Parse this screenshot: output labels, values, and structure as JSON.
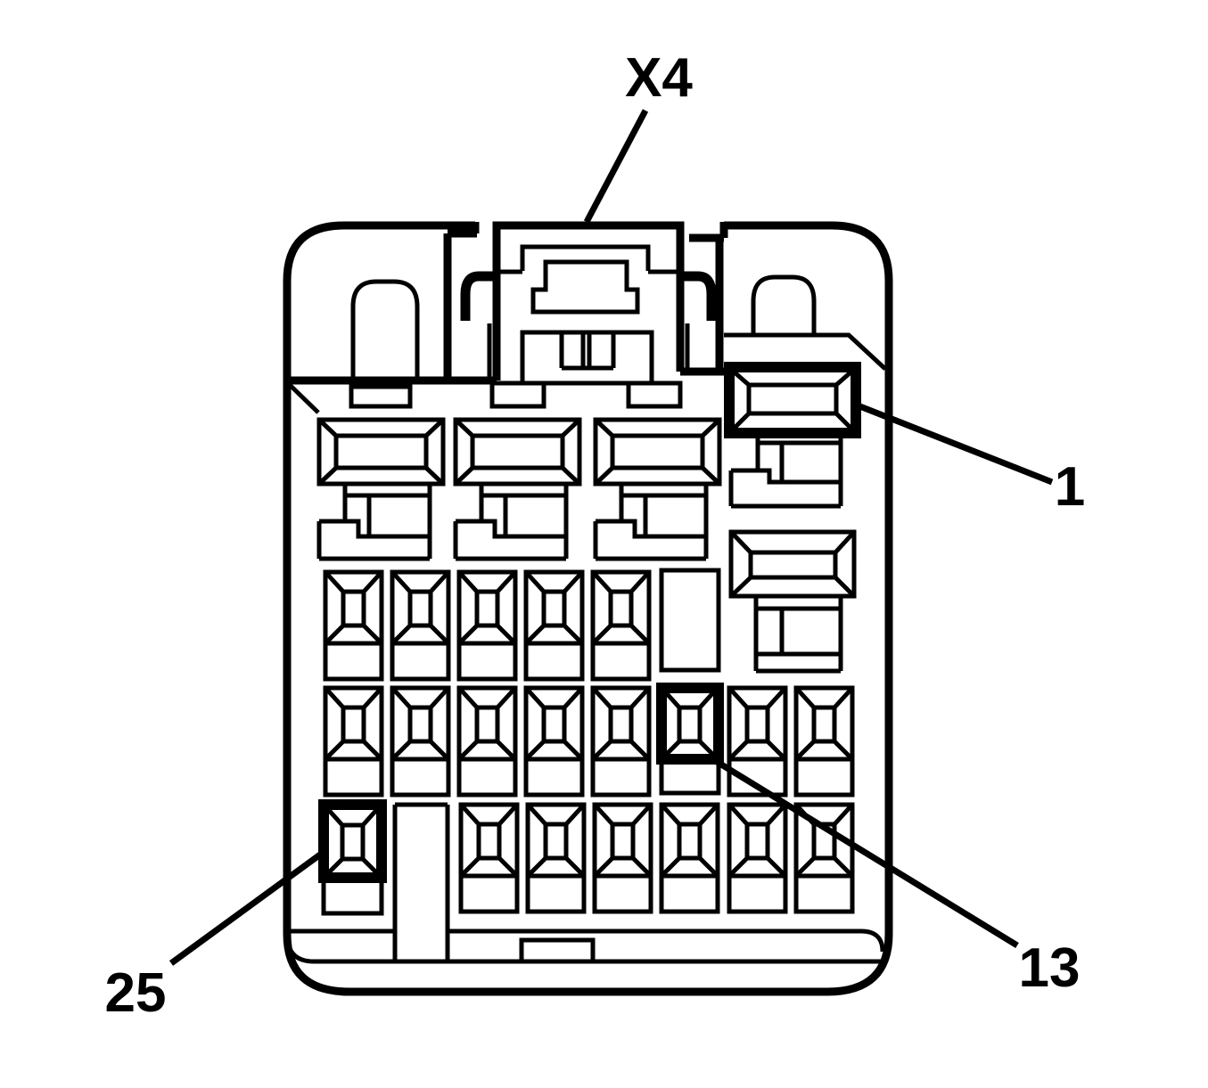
{
  "diagram": {
    "kind": "connector-face-view",
    "colors": {
      "line": "#000000",
      "background": "#ffffff"
    },
    "callouts": {
      "connector": {
        "label": "X4",
        "points_to": "connector-lock-tab"
      },
      "cavity1": {
        "label": "1",
        "points_to": "terminal-cavity-1"
      },
      "cavity13": {
        "label": "13",
        "points_to": "terminal-cavity-13"
      },
      "cavity25": {
        "label": "25",
        "points_to": "terminal-cavity-25"
      }
    }
  }
}
